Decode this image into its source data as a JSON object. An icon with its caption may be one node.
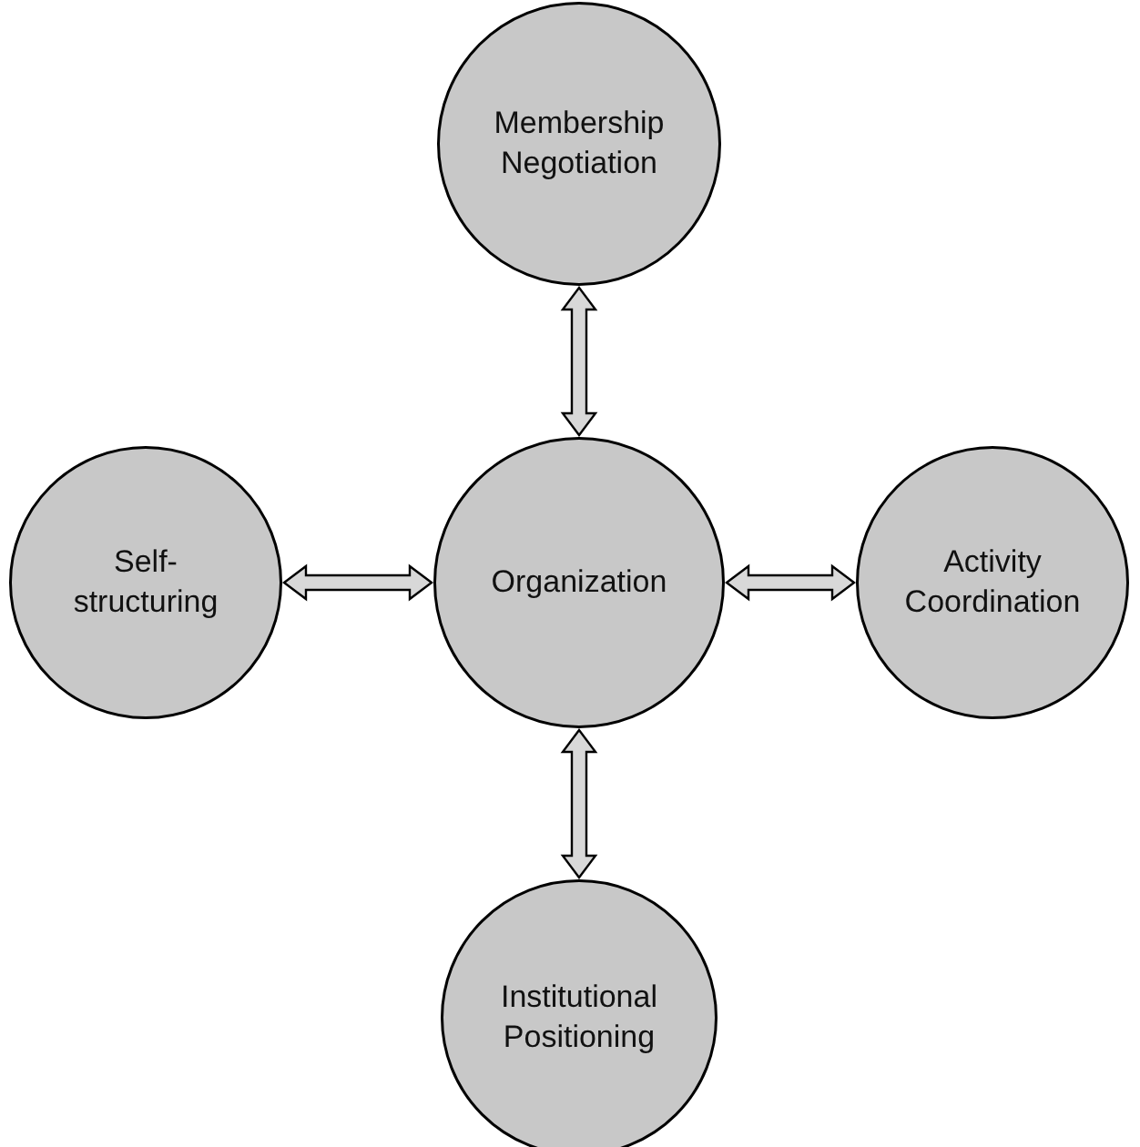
{
  "diagram": {
    "nodes": [
      {
        "text": [
          "Membership Negotiation"
        ]
      },
      {
        "text": [
          "Self- structuring"
        ]
      },
      {
        "text": [
          "Organization"
        ]
      },
      {
        "text": [
          "Activity Coordination"
        ]
      },
      {
        "text": [
          "Institutional Positioning"
        ]
      }
    ],
    "edges": [
      {
        "from": 2,
        "to": 0,
        "arrow": "both"
      },
      {
        "from": 2,
        "to": 1,
        "arrow": "both"
      },
      {
        "from": 2,
        "to": 3,
        "arrow": "both"
      },
      {
        "from": 2,
        "to": 4,
        "arrow": "both"
      }
    ]
  }
}
